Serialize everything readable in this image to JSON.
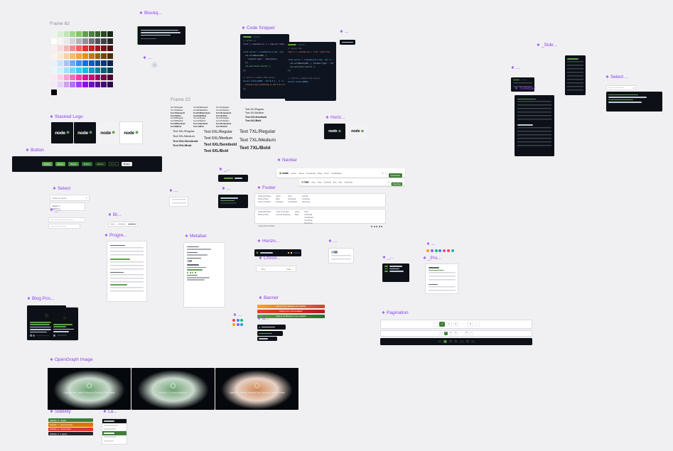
{
  "canvas": {
    "background": "#F0F0F3"
  },
  "colors": {
    "component_label": "#8A3FE8",
    "frame_label": "#8C8C93",
    "brand_green": "#5FA04E",
    "dark_bg": "#0D1117"
  },
  "palette": {
    "label": "Frame 82",
    "rows": [
      [
        "#EBF5E7",
        "#D9EFD2",
        "#C1E5B5",
        "#A0D68D",
        "#84C765",
        "#5FA04E",
        "#4C8140",
        "#3A6332",
        "#294723",
        "#182A15"
      ],
      [
        "#FFFFFF",
        "#F6F6F7",
        "#E9E9EC",
        "#D4D4D8",
        "#B4B4BB",
        "#90909B",
        "#71717C",
        "#52525C",
        "#3F3F46",
        "#27272A"
      ],
      [
        "#FDECEC",
        "#FBD9D9",
        "#F7B2B2",
        "#F28B8B",
        "#EE6464",
        "#E92C2C",
        "#C22525",
        "#9B1D1D",
        "#741616",
        "#4D0E0E"
      ],
      [
        "#FDF4E7",
        "#FBE9CF",
        "#F7D29F",
        "#F3BC70",
        "#EFA540",
        "#EB8F10",
        "#C4770D",
        "#9D5F0B",
        "#754708",
        "#4E3005"
      ],
      [
        "#E7F0FD",
        "#CFE2FB",
        "#9FC5F7",
        "#70A8F3",
        "#408BEF",
        "#106EEB",
        "#0D5CC4",
        "#0B499D",
        "#083775",
        "#05254E"
      ],
      [
        "#E7F8FD",
        "#CFF2FB",
        "#9FE5F7",
        "#70D8F3",
        "#40CBEF",
        "#10BEEB",
        "#0D9EC4",
        "#0B7F9D",
        "#085F75",
        "#05404E"
      ],
      [
        "#FDE7F4",
        "#FBCFE9",
        "#F79FD3",
        "#F370BD",
        "#EF40A7",
        "#EB1091",
        "#C40D79",
        "#9D0B61",
        "#750848",
        "#4E0530"
      ],
      [
        "#F3E7FD",
        "#E7CFFB",
        "#CF9FF7",
        "#B770F3",
        "#9F40EF",
        "#8710EB",
        "#700DC4",
        "#5A0B9D",
        "#430875",
        "#2D054E"
      ],
      [
        "#000000"
      ]
    ]
  },
  "blockquote": {
    "label": "Blockq..."
  },
  "avatar_mini": {
    "label": "..."
  },
  "code_snippet": {
    "label": "Code Snippet",
    "blocks": [
      {
        "lines": [
          {
            "t": "// server.js",
            "c": "#8B949E"
          },
          {
            "t": "const { createServer } = require('node:http');",
            "c": "#D2A8FF"
          },
          {
            "t": "",
            "c": "#8B949E"
          },
          {
            "t": "const server = createServer((req, res) => {",
            "c": "#79C0FF"
          },
          {
            "t": "  res.writeHead(200, {",
            "c": "#C9D1D9"
          },
          {
            "t": "    'Content-Type': 'text/plain',",
            "c": "#A5D6FF"
          },
          {
            "t": "  });",
            "c": "#C9D1D9"
          },
          {
            "t": "  res.end('Hello World!');",
            "c": "#7EE787"
          },
          {
            "t": "});",
            "c": "#C9D1D9"
          },
          {
            "t": "",
            "c": "#8B949E"
          },
          {
            "t": "// starts a simple http server",
            "c": "#8B949E"
          },
          {
            "t": "server.listen(3000, '127.0.0.1', () => {",
            "c": "#79C0FF"
          },
          {
            "t": "  console.log('Listening on 127.0.0.1:3000');",
            "c": "#FFA657"
          },
          {
            "t": "});",
            "c": "#C9D1D9"
          }
        ]
      },
      {
        "lines": [
          {
            "t": "// server.mjs",
            "c": "#8B949E"
          },
          {
            "t": "import { createServer } from 'node:http';",
            "c": "#FF7B72"
          },
          {
            "t": "",
            "c": "#8B949E"
          },
          {
            "t": "const server = createServer((req, res) => {",
            "c": "#79C0FF"
          },
          {
            "t": "  res.writeHead(200, { 'Content-Type': 'text/plain' });",
            "c": "#C9D1D9"
          },
          {
            "t": "  res.end('Hello World!');",
            "c": "#7EE787"
          },
          {
            "t": "});",
            "c": "#C9D1D9"
          },
          {
            "t": "",
            "c": "#8B949E"
          },
          {
            "t": "// starts a simple http server",
            "c": "#8B949E"
          },
          {
            "t": "server.listen(8000);",
            "c": "#79C0FF"
          }
        ]
      }
    ]
  },
  "skipnav": {
    "label": "..."
  },
  "sidebar_group": {
    "side_label": "_Side...",
    "tabs_label": "...",
    "sidebar_label": "Sidebar"
  },
  "select_dark": {
    "label": "Select ..."
  },
  "stacked_logo": {
    "label": "Stacked Logo",
    "wordmark": "node",
    "tiles": [
      {
        "bg": "#0D1117",
        "fg": "#FFFFFF"
      },
      {
        "bg": "#0D1117",
        "fg": "#FFFFFF"
      },
      {
        "bg": "#F2F2F4",
        "fg": "#0D1117"
      },
      {
        "bg": "#FFFFFF",
        "fg": "#0D1117"
      }
    ]
  },
  "typography": {
    "label": "Frame 22",
    "tiny_columns": [
      {
        "rows": [
          "Text XS/Regular",
          "Text XS/Medium",
          "Text XS/Semibold",
          "Text XS/Bold",
          "Text SM/Regular",
          "Text SM/Medium",
          "Text SM/Semibold",
          "Text SM/Bold"
        ]
      },
      {
        "rows": [
          "Text BASE/Regular",
          "Text BASE/Medium",
          "Text BASE/Semibold",
          "Text BASE/Bold",
          "Text LG/Regular",
          "Text LG/Medium",
          "Text LG/Semibold",
          "Text LG/Bold"
        ]
      },
      {
        "rows": [
          "Text 2XL/Regular",
          "Text 2XL/Medium",
          "Text 2XL/Semibold",
          "Text 2XL/Bold",
          "Text 3XL/Regular",
          "Text 3XL/Medium",
          "Text 3XL/Semibold",
          "Text 3XL/Bold"
        ]
      }
    ],
    "col_4xl": [
      "Text 4XL/Regular",
      "Text 4XL/Medium",
      "Text 4XL/Semibold",
      "Text 4XL/Bold"
    ],
    "col_5xl": [
      "Text 5XL/Regular",
      "Text 5XL/Medium",
      "Text 5XL/Semibold",
      "Text 5XL/Bold"
    ],
    "col_6xl": [
      "Text 6XL/Regular",
      "Text 6XL/Medium",
      "Text 6XL/Semibold",
      "Text 6XL/Bold"
    ],
    "col_7xl": [
      "Text 7XL/Regular",
      "Text 7XL/Medium",
      "Text 7XL/Bold"
    ]
  },
  "button": {
    "label": "Button",
    "buttons": [
      {
        "label": "Button",
        "bg": "#5FA04E",
        "fg": "#FFFFFF"
      },
      {
        "label": "Button",
        "bg": "#52A044",
        "fg": "#FFFFFF"
      },
      {
        "label": "Button",
        "bg": "#44883E",
        "fg": "#FFFFFF"
      },
      {
        "label": "Button",
        "bg": "#2C6E2C",
        "fg": "#FFFFFF"
      },
      {
        "label": "Button",
        "bg": "#1D3B1A",
        "fg": "#A4D79B"
      },
      {
        "label": "Button",
        "bg": "#0D1117",
        "fg": "#5FA04E",
        "border": "#5FA04E"
      },
      {
        "label": "Button",
        "bg": "#E9E9EC",
        "fg": "#17171C"
      }
    ]
  },
  "horizontal_logo": {
    "label": "Horiz...",
    "wordmark": "node",
    "tiles": [
      {
        "bg": "#0D1117",
        "fg": "#FFFFFF"
      },
      {
        "bg": "#F2F2F4",
        "fg": "#0D1117"
      }
    ]
  },
  "navbar": {
    "label": "Navbar",
    "logo": "node",
    "links": [
      "Learn",
      "About",
      "Download",
      "Blog",
      "Docs",
      "Certification"
    ],
    "right_buttons": [
      {
        "label": "Download",
        "bg": "#417E38",
        "fg": "#FFFFFF"
      }
    ]
  },
  "select_light": {
    "label": "Select",
    "placeholder": "Select an option",
    "options": [
      "Option 1",
      "Option 2"
    ]
  },
  "mini_pill": {
    "label": "_..."
  },
  "mini_dark_card": {
    "label": "..."
  },
  "mini_card": {
    "label": "..."
  },
  "footer": {
    "label": "Footer",
    "columns_a": [
      [
        "Trademark Policy",
        "Privacy Policy",
        "Code of Conduct"
      ],
      [
        "About",
        "Blog",
        "Releases"
      ],
      [
        "Docs",
        "Download",
        "Certification"
      ],
      [
        "Security",
        "Contribute",
        "Resources"
      ]
    ],
    "columns_b": [
      [
        "Trademark Policy",
        "Privacy Policy"
      ],
      [
        "Code of Conduct",
        "Security Reporting"
      ],
      [
        "About",
        "Blog"
      ],
      [
        "Docs",
        "Download",
        "Certification",
        "Contribute",
        "Resources"
      ]
    ],
    "copyright": "© OpenJS Foundation",
    "social_colors": [
      "#57606A",
      "#57606A",
      "#57606A",
      "#57606A",
      "#57606A"
    ]
  },
  "text_input": {
    "label": "_..."
  },
  "breadcrumbs": {
    "label": "Br..."
  },
  "progression_sidebar": {
    "label": "Progre..."
  },
  "metabar": {
    "label": "Metabar"
  },
  "horizontal_banner": {
    "label": "Horizo..."
  },
  "crosslink": {
    "label": "Crossl...",
    "prev": "Prev",
    "next": "Next"
  },
  "author_card": {
    "label": "..."
  },
  "shell_box": {
    "label": "_..."
  },
  "icon_set": {
    "label": "...",
    "colors": [
      "#F59E0B",
      "#8B5CF6",
      "#10B981",
      "#3B82F6",
      "#EC4899",
      "#EF4444",
      "#14B8A6"
    ]
  },
  "progression_mini": {
    "label": "_Pro..."
  },
  "blog_post": {
    "label": "Blog Pos..."
  },
  "banner": {
    "label": "Banner",
    "items": [
      {
        "text": "New security releases now available",
        "from": "#F7A41D",
        "to": "#DD3F2B"
      },
      {
        "text": "Node.js 22 is now available!",
        "from": "#E4442C",
        "to": "#AD1F1F"
      },
      {
        "text": "Node.js Certification is now available",
        "from": "#52A044",
        "to": "#2C6E2C"
      }
    ]
  },
  "badge": {
    "label": "B..."
  },
  "share_icons": {
    "label": "...",
    "rows": [
      [
        "#EF4444",
        "#3B82F6",
        "#10B981"
      ],
      [
        "#F59E0B",
        "#8B5CF6",
        "#0EA5E9"
      ]
    ]
  },
  "pagination": {
    "label": "Pagination",
    "pages_light": [
      {
        "label": "‹",
        "bg": "#FFFFFF",
        "fg": "#667085",
        "border": "#D6D6DB"
      },
      {
        "label": "1",
        "bg": "#417E38",
        "fg": "#FFFFFF"
      },
      {
        "label": "2",
        "bg": "#FFFFFF",
        "fg": "#394150",
        "border": "#D6D6DB"
      },
      {
        "label": "3",
        "bg": "#FFFFFF",
        "fg": "#394150",
        "border": "#D6D6DB"
      },
      {
        "label": "…",
        "bg": "#FFFFFF",
        "fg": "#394150"
      },
      {
        "label": "9",
        "bg": "#FFFFFF",
        "fg": "#394150",
        "border": "#D6D6DB"
      },
      {
        "label": "›",
        "bg": "#FFFFFF",
        "fg": "#667085",
        "border": "#D6D6DB"
      }
    ],
    "pages_dark": [
      {
        "label": "‹",
        "bg": "#1B2129",
        "fg": "#9AA4B2"
      },
      {
        "label": "1",
        "bg": "#417E38",
        "fg": "#FFFFFF"
      },
      {
        "label": "2",
        "bg": "#1B2129",
        "fg": "#9AA4B2"
      },
      {
        "label": "3",
        "bg": "#1B2129",
        "fg": "#9AA4B2"
      },
      {
        "label": "…",
        "bg": "#1B2129",
        "fg": "#9AA4B2"
      },
      {
        "label": "9",
        "bg": "#1B2129",
        "fg": "#9AA4B2"
      },
      {
        "label": "›",
        "bg": "#1B2129",
        "fg": "#9AA4B2"
      }
    ]
  },
  "opengraph": {
    "label": "OpenGraph Image",
    "cards": [
      {
        "glow": "#2E7D32",
        "title": "Covering the Latest in Node.js Security & Releases"
      },
      {
        "glow": "#2E7D32",
        "title": "Node.js 21 is now available!"
      },
      {
        "glow": "#C2570A",
        "title": "OpenSSL security releases and what you need to know"
      }
    ]
  },
  "stability": {
    "label": "Stability",
    "items": [
      {
        "text": "Stability: 2 - Stable",
        "bg": "#417E38"
      },
      {
        "text": "Stability: 1 - Experimental",
        "bg": "#D97706"
      },
      {
        "text": "Stability: 0 - Deprecated",
        "bg": "#D43B3B"
      },
      {
        "text": "Stability: 3 - Legacy",
        "bg": "#25252B"
      }
    ]
  },
  "language": {
    "label": "La..."
  }
}
